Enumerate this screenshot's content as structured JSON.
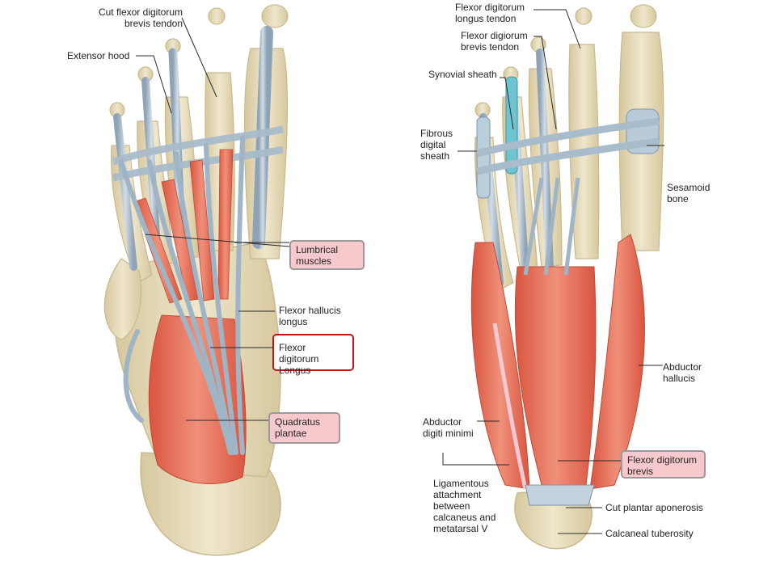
{
  "colors": {
    "bone": "#e7dcbd",
    "bone_edge": "#c9b98e",
    "tendon": "#a9bccb",
    "tendon_edge": "#7f95a8",
    "muscle": "#e46a55",
    "muscle_light": "#f0907a",
    "sheath": "#6fc4d2",
    "leader": "#2a2a2a",
    "highlight_box": "#f7c9cc",
    "highlight_border": "#9a9a9a",
    "emphasis_border": "#c0141c"
  },
  "left_figure": {
    "labels": {
      "cut_fdb_tendon": "Cut flexor digitorum\nbrevis tendon",
      "extensor_hood": "Extensor hood",
      "lumbrical": "Lumbrical\nmuscles",
      "fhl": "Flexor hallucis\nlongus",
      "fdl": "Flexor digitorum\nLongus",
      "quadratus": "Quadratus\nplantae"
    }
  },
  "right_figure": {
    "labels": {
      "fdl_tendon": "Flexor digitorum\nlongus tendon",
      "fdb_tendon": "Flexor digiorum\nbrevis tendon",
      "synovial": "Synovial sheath",
      "fibrous": "Fibrous\ndigital\nsheath",
      "sesamoid": "Sesamoid\nbone",
      "abductor_hallucis": "Abductor\nhallucis",
      "abductor_dm": "Abductor\ndigiti minimi",
      "fdb": "Flexor digitorum\nbrevis",
      "ligamentous": "Ligamentous\nattachment\nbetween\ncalcaneus and\nmetatarsal V",
      "cut_plantar": "Cut plantar aponerosis",
      "calcaneal": "Calcaneal tuberosity"
    }
  }
}
